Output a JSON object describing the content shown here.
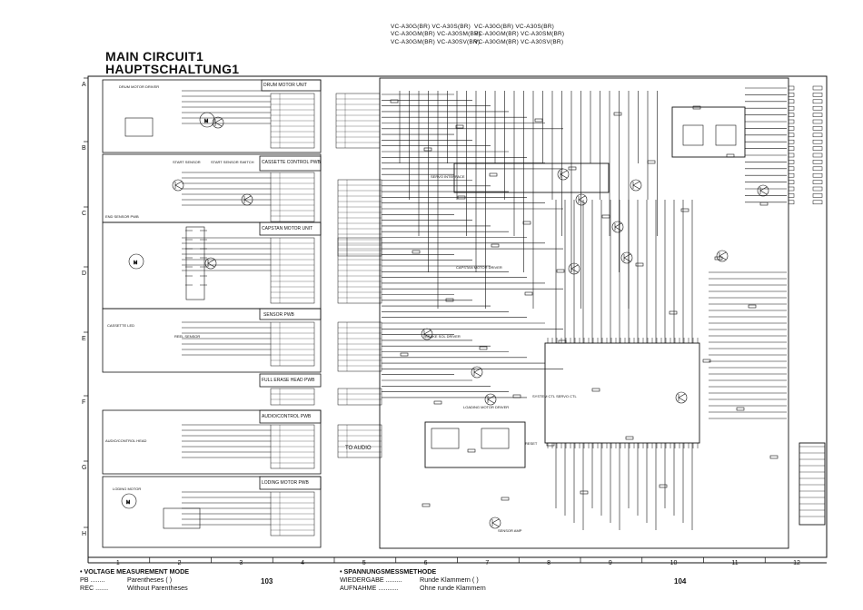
{
  "models_col1": [
    "VC-A30G(BR) VC-A30S(BR)",
    "VC-A30GM(BR) VC-A30SM(BR)",
    "VC-A30GM(BR) VC-A30SV(BR)"
  ],
  "models_col2": [
    "VC-A30G(BR) VC-A30S(BR)",
    "VC-A30GM(BR) VC-A30SM(BR)",
    "VC-A30GM(BR) VC-A30SV(BR)"
  ],
  "title": [
    "MAIN CIRCUIT1",
    "HAUPTSCHALTUNG1"
  ],
  "rows": [
    "A",
    "B",
    "C",
    "D",
    "E",
    "F",
    "G",
    "H"
  ],
  "columns": [
    "1",
    "2",
    "3",
    "4",
    "5",
    "6",
    "7",
    "8",
    "9",
    "10",
    "11",
    "12"
  ],
  "blocks": {
    "drum_motor_unit": "DRUM MOTOR UNIT",
    "drum_motor_driver": "DRUM MOTOR DRIVER",
    "cassette_control": "CASSETTE CONTROL PWB",
    "start_sensor": "START SENSOR",
    "start_sensor_switch": "START SENSOR SWITCH",
    "end_sensor_pwb": "END SENSOR PWB",
    "capstan_motor_unit": "CAPSTAN MOTOR UNIT",
    "sensor_pwb": "SENSOR PWB",
    "cassette_led": "CASSETTE LED",
    "reel_sensor": "REEL SENSOR",
    "full_erase_head": "FULL ERASE HEAD PWB",
    "audio_control_pwb": "AUDIO/CONTROL PWB",
    "audio_control_head": "AUDIO/CONTROL HEAD",
    "loding_motor_pwb": "LODING MOTOR PWB",
    "loding_motor": "LODING MOTOR",
    "to_audio": "TO AUDIO",
    "servo_interface": "SERVO INTERFACE",
    "capstan_motor_driver": "CAPSTAN MOTOR DRIVER",
    "brake_sol_drive": "BRAKE SOL DRIVER",
    "loading_motor_driver": "LOADING MOTOR DRIVER",
    "system_ctl": "SYSTEM CTL SERVO CTL",
    "reset": "RESET",
    "sensor_amp": "SENSOR AMP"
  },
  "footer_left": {
    "heading": "VOLTAGE MEASUREMENT MODE",
    "row1_key": "PB ........",
    "row1_val": "Parentheses (  )",
    "row2_key": "REC .......",
    "row2_val": "Without Parentheses"
  },
  "footer_right": {
    "heading": "SPANNUNGSMESSMETHODE",
    "row1_key": "WIEDERGABE .........",
    "row1_val": "Runde Klammern (  )",
    "row2_key": "AUFNAHME ...........",
    "row2_val": "Ohne runde Klammern"
  },
  "page_left": "103",
  "page_right": "104"
}
